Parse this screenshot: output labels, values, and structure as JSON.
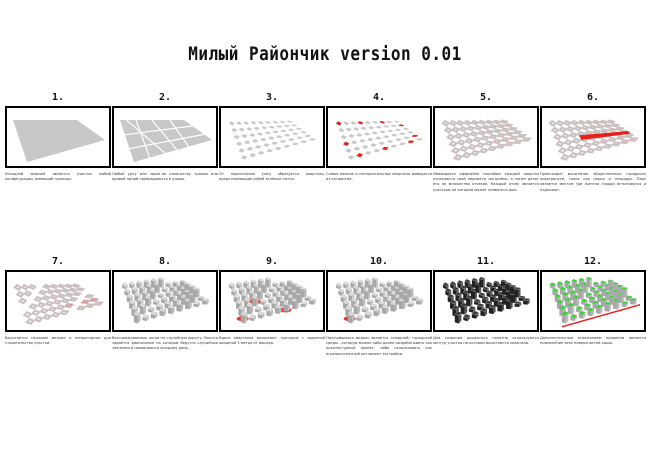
{
  "title": "Милый Райончик version 0.01",
  "colors": {
    "plot": "#c8c8c8",
    "road": "#ffffff",
    "red": "#e8201a",
    "green": "#3dd43d",
    "dark": "#3c3c3c",
    "frame": "#000000"
  },
  "steps": [
    {
      "number": "1.",
      "text": "Исходной формой является участок любой конфигурации, имеющий границы.",
      "icon": "flat-plot-icon"
    },
    {
      "number": "2.",
      "text": "Любой урну или заказ-по количеству трамвя или кривой линий превращаются в улицы.",
      "icon": "street-network-icon"
    },
    {
      "number": "3.",
      "text": "От пересечения улиц образуется кварталы, представляющие собой зелёные пятна.",
      "icon": "diagonal-grid-icon"
    },
    {
      "number": "4.",
      "text": "Самые мелкие и незначительные кварталы выводятся из алгоритма.",
      "icon": "small-blocks-removed-icon"
    },
    {
      "number": "5.",
      "text": "Имеющиеся оффлайне способом каждый квартал отсекаются свой периметр застройки, а затем делят его на множество отсеков. Каждый отсек является участком на котором может появиться дом.",
      "icon": "block-perimeters-icon"
    },
    {
      "number": "6.",
      "text": "Происходит вычитание общественных городских пространств, таких как парки и площади. Парк является местом где жители города встречаются и отдыхают.",
      "icon": "public-space-icon"
    },
    {
      "number": "7.",
      "text": "Вычитается слишком мелкие и непригодные для строительства участки.",
      "icon": "small-plots-removed-icon"
    },
    {
      "number": "8.",
      "text": "Возгораживаемые логов на случайную высоту. Высота задаётся диапазоном на котором берутся случайные значения и проявляются каждому дому.",
      "icon": "random-heights-icon"
    },
    {
      "number": "9.",
      "text": "Вдоль кварталов возникают тротуары с заданной шириной 3 метра от фасада.",
      "icon": "sidewalks-icon"
    },
    {
      "number": "10.",
      "text": "Получившаяся модель является «опорной» городской среды - которую можно либо далее разрабатывать как архитектурный проект, либо использовать как ограничительный регламент застройки.",
      "icon": "reference-model-icon"
    },
    {
      "number": "11.",
      "text": "Для создания дорожного полотна используются контур участка на котором вычитаются кварталы.",
      "icon": "road-surface-icon"
    },
    {
      "number": "12.",
      "text": "Дополнительным отражением правилом является применение всех поверхностей крыш.",
      "icon": "green-roofs-icon"
    }
  ]
}
